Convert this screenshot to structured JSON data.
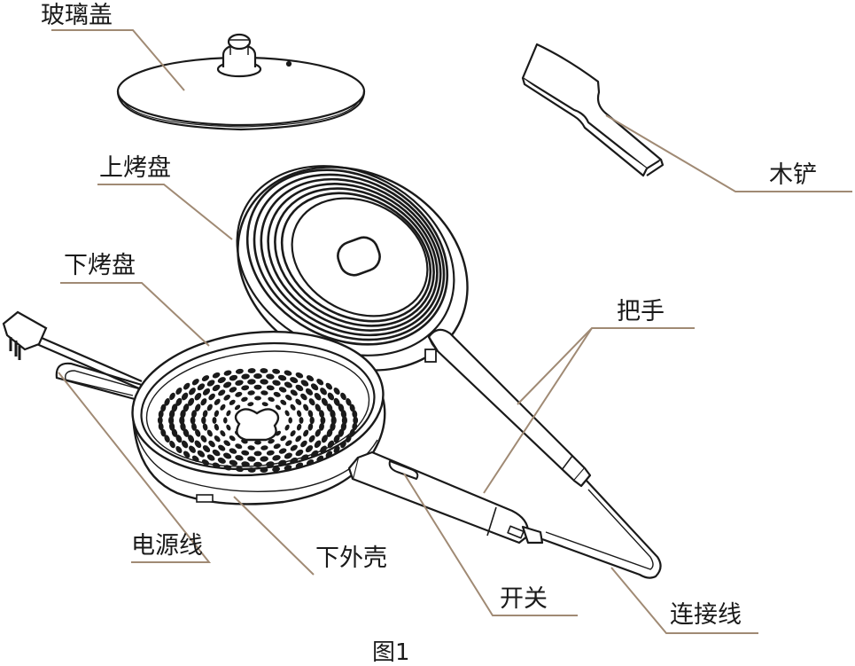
{
  "labels": {
    "glass_lid": "玻璃盖",
    "upper_plate": "上烤盘",
    "lower_plate": "下烤盘",
    "wooden_spatula": "木铲",
    "handle": "把手",
    "power_cord": "电源线",
    "lower_shell": "下外壳",
    "switch": "开关",
    "connecting_wire": "连接线"
  },
  "caption": "图1",
  "colors": {
    "leader_line": "#a08a74",
    "outline": "#1a1a1a",
    "background": "#ffffff"
  }
}
